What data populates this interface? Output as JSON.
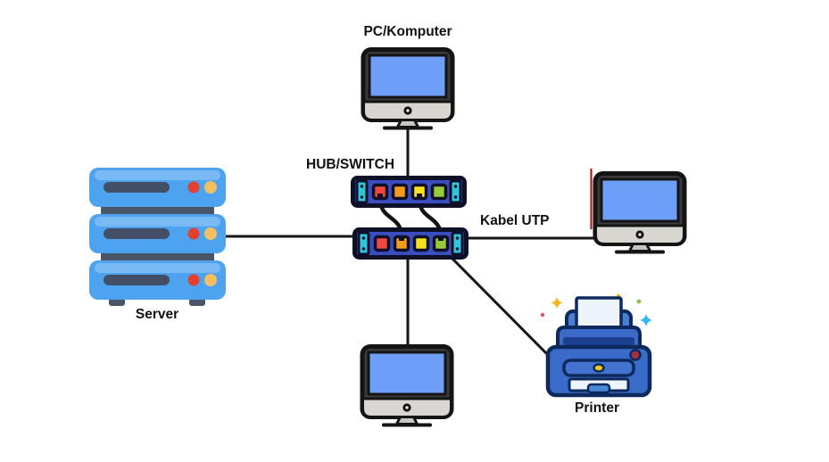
{
  "labels": {
    "pc_komputer": "PC/Komputer",
    "hub_switch": "HUB/SWITCH",
    "kabel_utp": "Kabel UTP",
    "server": "Server",
    "printer": "Printer"
  },
  "colors": {
    "background": "#ffffff",
    "line": "#161616",
    "label_text": "#111111",
    "outline_dark": "#141414",
    "monitor_screen": "#6d9ef8",
    "monitor_bezel": "#3a3a3a",
    "monitor_chin": "#d9d5d0",
    "monitor_stand": "#c9c5c0",
    "switch_body": "#3a4ec0",
    "switch_cap": "#2fc6dc",
    "switch_outline": "#0d1026",
    "port_red": "#f0483e",
    "port_orange": "#f59b1b",
    "port_yellow": "#f7e11e",
    "port_green": "#97c93c",
    "server_body": "#4da3f0",
    "server_slot": "#424f66",
    "server_dot_red": "#e3402f",
    "server_dot_yellow": "#f2c060",
    "server_bar": "#4a5568",
    "printer_body": "#3a6bc9",
    "printer_mid": "#4a7fd4",
    "printer_outline": "#0e2a5c",
    "printer_paper": "#eef4fb",
    "printer_button_yellow": "#f0c51c",
    "printer_power": "#a63042",
    "accent_red_line": "#a81e1e"
  },
  "icons": {
    "pc_monitor": "monitor-icon",
    "right_monitor": "monitor-icon",
    "bottom_monitor": "monitor-icon",
    "server": "server-icon",
    "hub_switch_top": "network-switch-icon",
    "hub_switch_bottom": "network-switch-icon",
    "printer": "printer-icon"
  }
}
